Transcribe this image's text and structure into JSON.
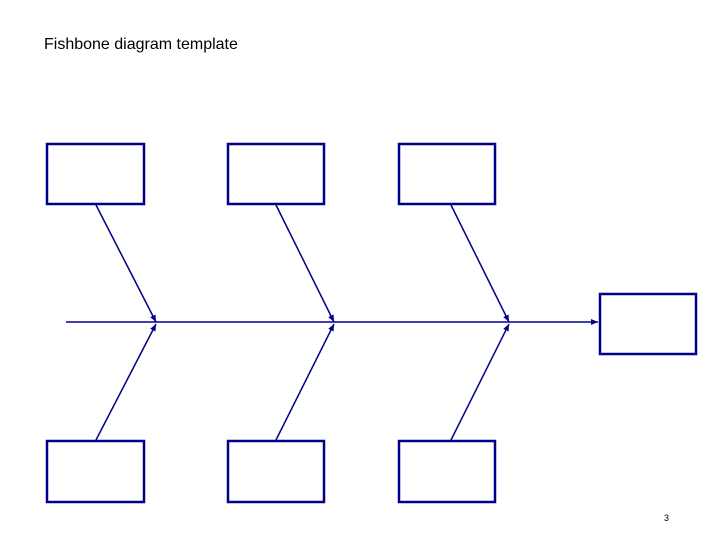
{
  "slide": {
    "title": "Fishbone diagram template",
    "page_number": "3"
  },
  "colors": {
    "diagram_stroke": "#00008B",
    "background": "#FFFFFF",
    "text": "#000000"
  },
  "diagram": {
    "type": "fishbone",
    "cause_boxes_top": [
      "",
      "",
      ""
    ],
    "cause_boxes_bottom": [
      "",
      "",
      ""
    ],
    "effect_box": ""
  }
}
